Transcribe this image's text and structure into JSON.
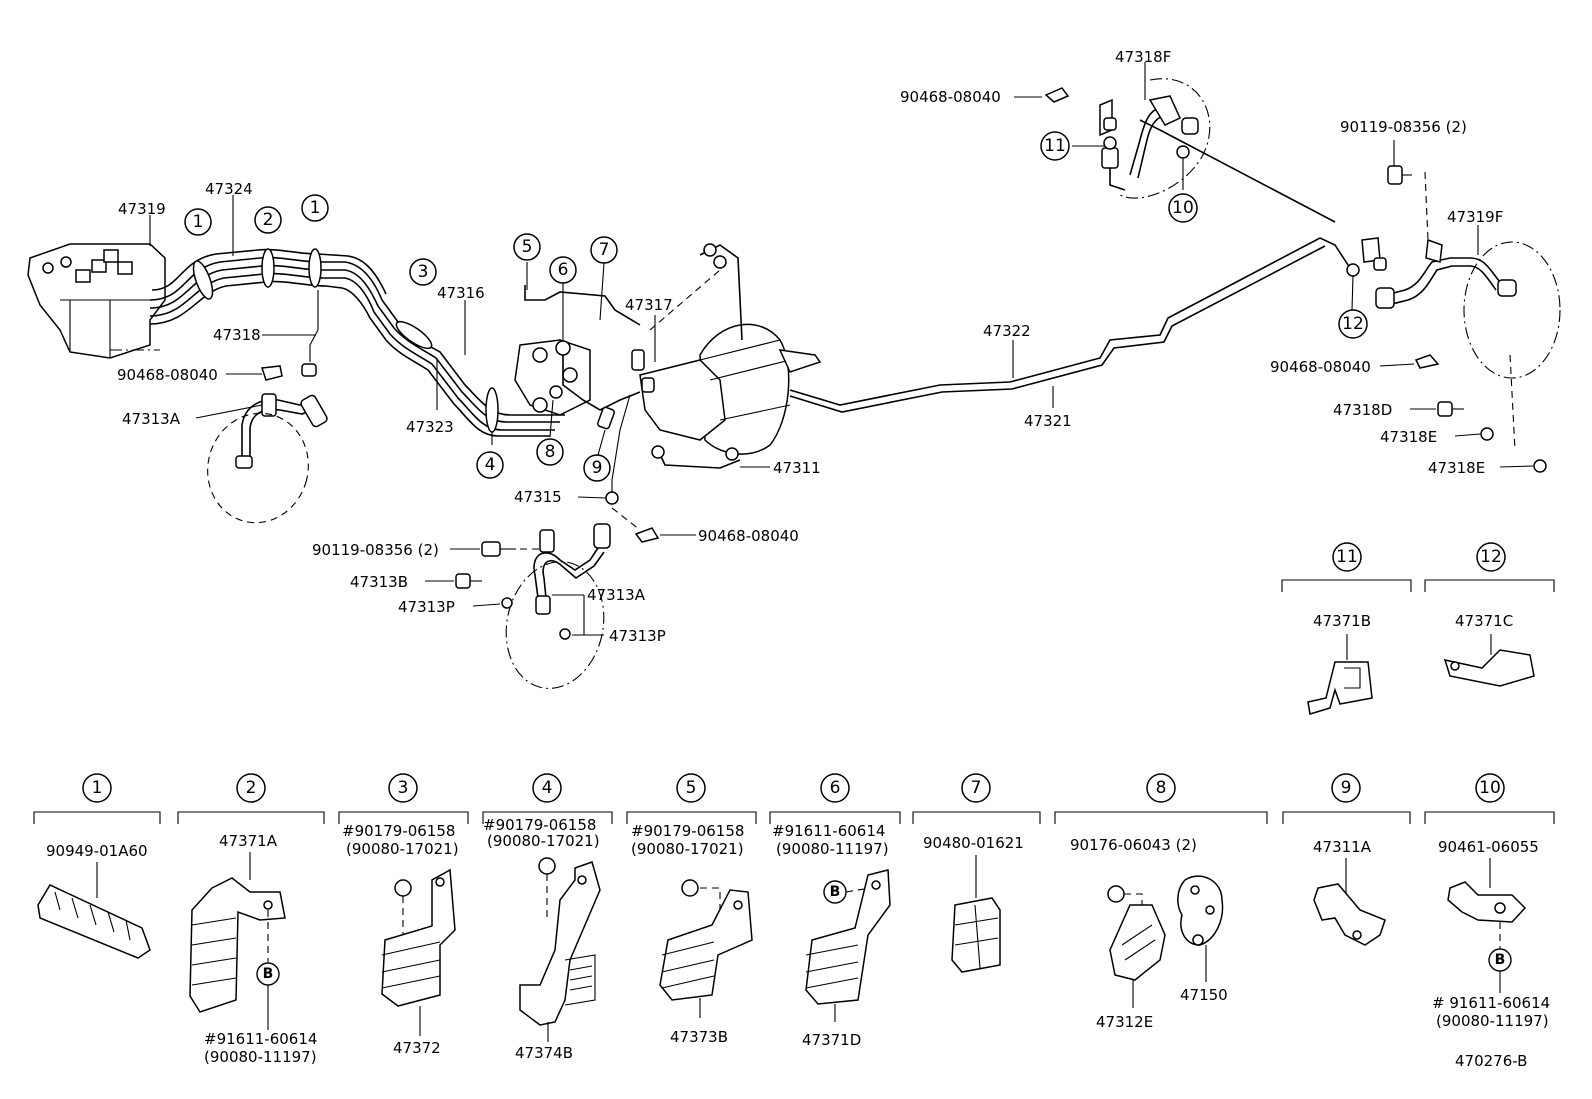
{
  "labels": {
    "p47318F": "47318F",
    "p90468_08040_a": "90468-08040",
    "p90119_08356_a": "90119-08356 (2)",
    "p47319F": "47319F",
    "p47319": "47319",
    "p47324": "47324",
    "p47318": "47318",
    "p90468_08040_b": "90468-08040",
    "p47313A_a": "47313A",
    "p47316": "47316",
    "p47323": "47323",
    "p47317": "47317",
    "p47322": "47322",
    "p47321": "47321",
    "p90468_08040_c": "90468-08040",
    "p47318D": "47318D",
    "p47318E_a": "47318E",
    "p47318E_b": "47318E",
    "p47311": "47311",
    "p47315": "47315",
    "p90468_08040_d": "90468-08040",
    "p90119_08356_b": "90119-08356 (2)",
    "p47313B": "47313B",
    "p47313P_a": "47313P",
    "p47313A_b": "47313A",
    "p47313P_b": "47313P",
    "p47371B": "47371B",
    "p47371C": "47371C",
    "d1_part": "90949-01A60",
    "d2_part": "47371A",
    "d2_sub1": "#91611-60614",
    "d2_sub2": "(90080-11197)",
    "d3_top1": "#90179-06158",
    "d3_top2": "(90080-17021)",
    "d3_part": "47372",
    "d4_top1": "#90179-06158",
    "d4_top2": "(90080-17021)",
    "d4_part": "47374B",
    "d5_top1": "#90179-06158",
    "d5_top2": "(90080-17021)",
    "d5_part": "47373B",
    "d6_top1": "#91611-60614",
    "d6_top2": "(90080-11197)",
    "d6_part": "47371D",
    "d7_part": "90480-01621",
    "d8_top": "90176-06043 (2)",
    "d8_part_a": "47312E",
    "d8_part_b": "47150",
    "d9_part": "47311A",
    "d10_part": "90461-06055",
    "d10_sub1": "# 91611-60614",
    "d10_sub2": "(90080-11197)",
    "figure_code": "470276-B",
    "b_letter": "B"
  },
  "ref_numbers": [
    "1",
    "2",
    "3",
    "4",
    "5",
    "6",
    "7",
    "8",
    "9",
    "10",
    "11",
    "12"
  ]
}
